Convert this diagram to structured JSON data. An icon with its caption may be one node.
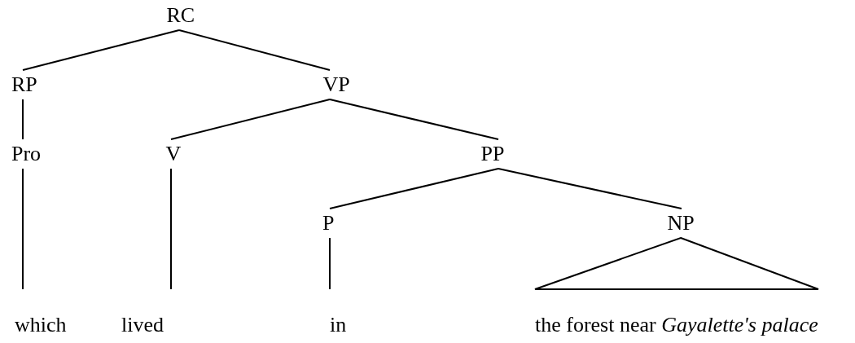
{
  "diagram": {
    "nodes": [
      {
        "text": [
          "RC"
        ]
      },
      {
        "text": [
          "RP"
        ]
      },
      {
        "text": [
          "VP"
        ]
      },
      {
        "text": [
          "Pro"
        ]
      },
      {
        "text": [
          "V"
        ]
      },
      {
        "text": [
          "PP"
        ]
      },
      {
        "text": [
          "P"
        ]
      },
      {
        "text": [
          "NP"
        ]
      },
      {
        "text": [
          "which"
        ]
      },
      {
        "text": [
          "lived"
        ]
      },
      {
        "text": [
          "in"
        ]
      },
      {
        "text": [
          "the forest near *Gayalette's palace*"
        ]
      }
    ],
    "edges": [
      {
        "from": 0,
        "to": 1,
        "arrow": "none"
      },
      {
        "from": 0,
        "to": 2,
        "arrow": "none"
      },
      {
        "from": 1,
        "to": 3,
        "arrow": "none"
      },
      {
        "from": 2,
        "to": 4,
        "arrow": "none"
      },
      {
        "from": 2,
        "to": 5,
        "arrow": "none"
      },
      {
        "from": 3,
        "to": 8,
        "arrow": "none"
      },
      {
        "from": 4,
        "to": 9,
        "arrow": "none"
      },
      {
        "from": 5,
        "to": 6,
        "arrow": "none"
      },
      {
        "from": 5,
        "to": 7,
        "arrow": "none"
      },
      {
        "from": 6,
        "to": 10,
        "arrow": "none"
      },
      {
        "from": 7,
        "to": 11,
        "arrow": "none"
      }
    ]
  }
}
